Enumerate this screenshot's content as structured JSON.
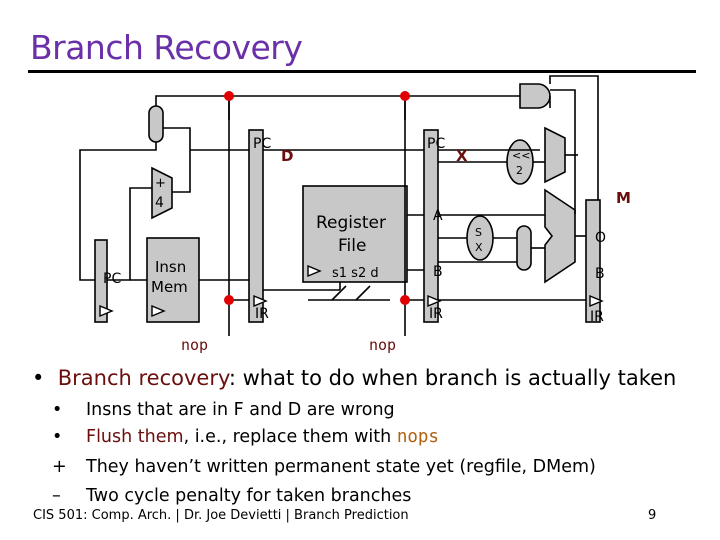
{
  "slide": {
    "title": "Branch Recovery",
    "footer": "CIS 501: Comp. Arch.  |  Dr. Joe Devietti  |  Branch Prediction",
    "page_number": "9"
  },
  "diagram": {
    "pc_left": "PC",
    "pc_d": "PC",
    "pc_x": "PC",
    "stage_d": "D",
    "stage_x": "X",
    "stage_m": "M",
    "adder_plus": "+",
    "adder_four": "4",
    "insn_mem_line1": "Insn",
    "insn_mem_line2": "Mem",
    "regfile_line1": "Register",
    "regfile_line2": "File",
    "regfile_ports": "s1 s2  d",
    "ir_d": "IR",
    "ir_x": "IR",
    "ir_m": "IR",
    "a_x": "A",
    "b_x": "B",
    "b_m": "B",
    "o_m": "O",
    "sx_line1": "S",
    "sx_line2": "X",
    "shift_line1": "<<",
    "shift_line2": "2",
    "nop_d": "nop",
    "nop_x": "nop",
    "colors": {
      "stroke": "#000000",
      "gray": "#c8c8c8",
      "red": "#e00000",
      "brown": "#6a0e0e",
      "purple": "#6a30a8",
      "orange": "#b06010"
    }
  },
  "bullets": {
    "main_prefix": "Branch recovery",
    "main_rest": ": what to do when branch is actually taken",
    "sub1_marker": "•",
    "sub1_text": "Insns that are in F and D are wrong",
    "sub2_marker": "•",
    "sub2_highlight": "Flush them",
    "sub2_text": ", i.e., replace them with ",
    "sub2_code": "nops",
    "sub3_marker": "+",
    "sub3_text": "They haven’t written permanent state yet (regfile, DMem)",
    "sub4_marker": "–",
    "sub4_text": "Two cycle penalty for taken branches"
  }
}
